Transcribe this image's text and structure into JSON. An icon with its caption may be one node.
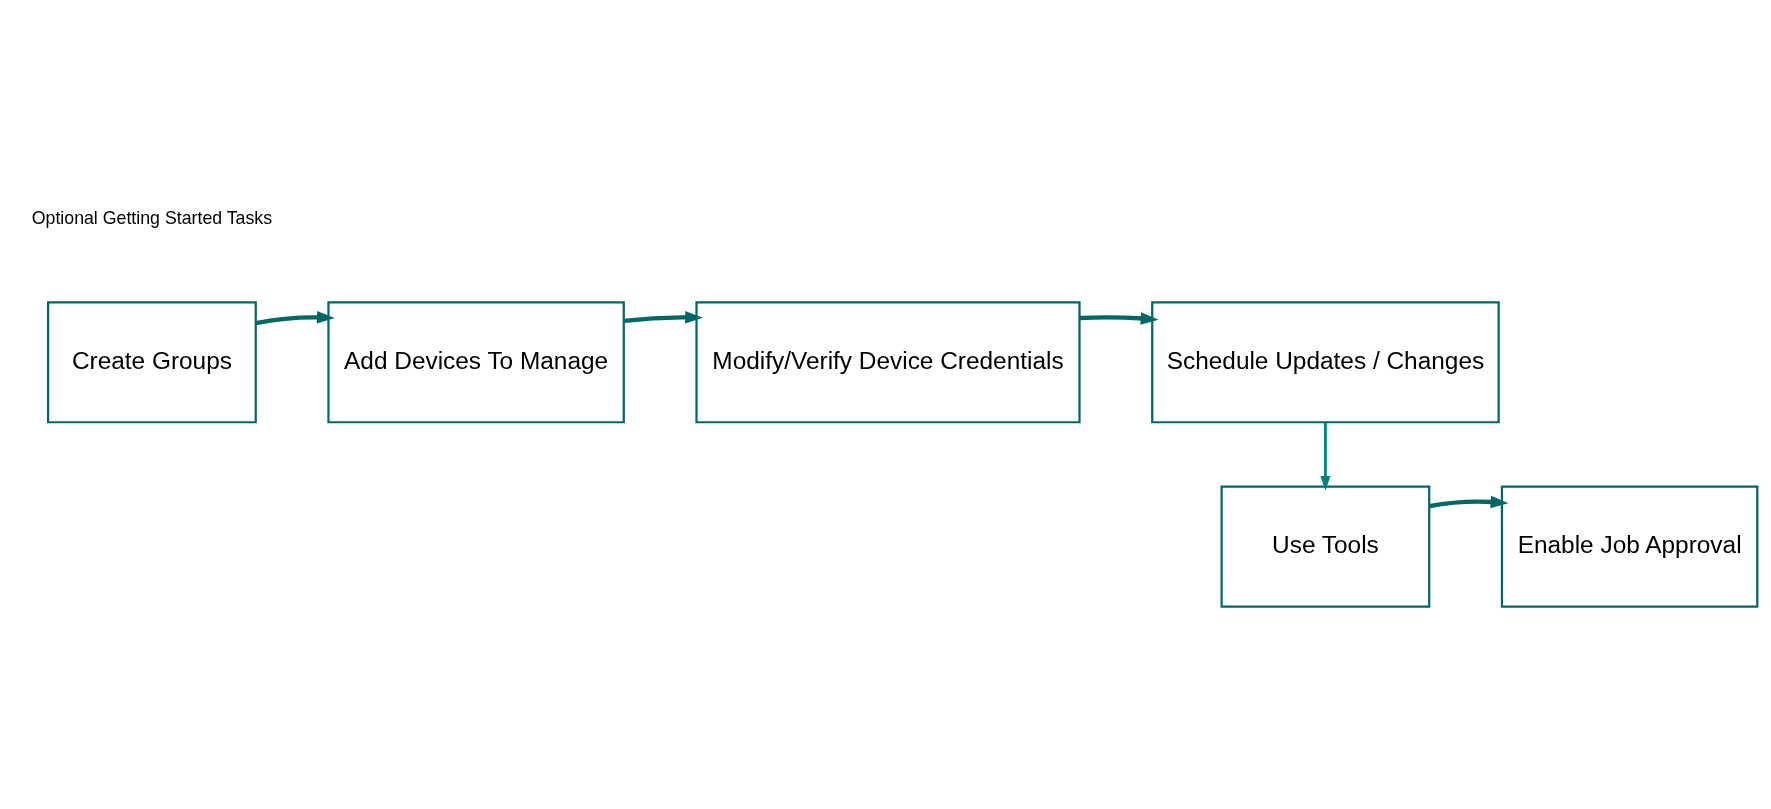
{
  "diagram": {
    "nodes": [
      {
        "text": [
          "Create Groups"
        ]
      },
      {
        "text": [
          "Add Devices To Manage"
        ]
      },
      {
        "text": [
          "Modify/Verify Device Credentials"
        ]
      },
      {
        "text": [
          "Schedule Updates / Changes"
        ]
      },
      {
        "text": [
          "Use Tools"
        ]
      },
      {
        "text": [
          "Enable Job Approval"
        ]
      }
    ],
    "edges": [
      {
        "from": 0,
        "to": 1,
        "arrow": "to"
      },
      {
        "from": 1,
        "to": 2,
        "arrow": "to"
      },
      {
        "from": 2,
        "to": 3,
        "arrow": "to"
      },
      {
        "from": 3,
        "to": 4,
        "arrow": "to",
        "color": "#008080"
      },
      {
        "from": 4,
        "to": 5,
        "arrow": "to"
      }
    ],
    "labels": [
      "Optional Getting Started Tasks"
    ]
  }
}
